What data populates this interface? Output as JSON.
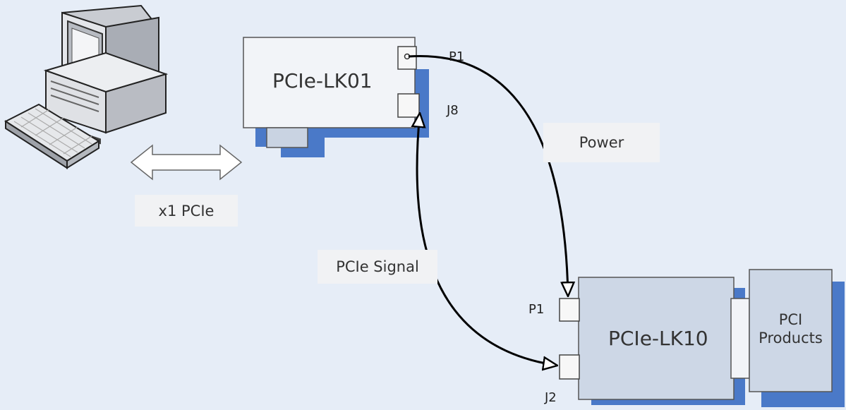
{
  "diagram": {
    "labels": {
      "x1_pcie": "x1 PCIe",
      "power": "Power",
      "pcie_signal": "PCIe Signal"
    },
    "cards": {
      "lk01": {
        "title": "PCIe-LK01",
        "p1": "P1",
        "j8": "J8"
      },
      "lk10": {
        "title": "PCIe-LK10",
        "p1": "P1",
        "j2": "J2"
      },
      "pci_products": {
        "line1": "PCI",
        "line2": "Products"
      }
    },
    "colors": {
      "background": "#e6edf7",
      "card_shadow": "#4a79c8",
      "card_fill": "#f2f4f8",
      "lk10_fill": "#cdd7e6",
      "label_box": "#f1f2f4"
    },
    "icons": [
      "computer-icon",
      "bidirectional-arrow-icon"
    ]
  }
}
